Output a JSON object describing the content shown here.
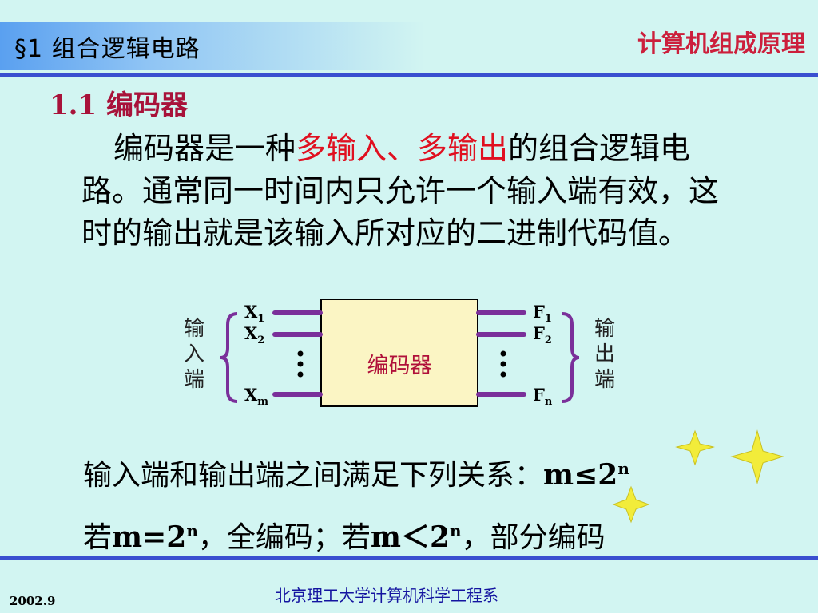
{
  "header": {
    "section_title": "§1 组合逻辑电路",
    "course_title": "计算机组成原理"
  },
  "subtitle": "1.1 编码器",
  "paragraph": {
    "part1": "编码器是一种",
    "highlight": "多输入、多输出",
    "part2": "的组合逻辑电路。通常同一时间内只允许一个输入端有效，这时的输出就是该输入所对应的二进制代码值。"
  },
  "diagram": {
    "box_label": "编码器",
    "input_label": "输入端",
    "output_label": "输出端",
    "inputs": [
      {
        "base": "X",
        "sub": "1"
      },
      {
        "base": "X",
        "sub": "2"
      },
      {
        "base": "X",
        "sub": "m"
      }
    ],
    "outputs": [
      {
        "base": "F",
        "sub": "1"
      },
      {
        "base": "F",
        "sub": "2"
      },
      {
        "base": "F",
        "sub": "n"
      }
    ],
    "colors": {
      "lines": "#7a2f9a",
      "box_fill": "#fbf5c4",
      "box_text": "#b0103a"
    }
  },
  "relation": {
    "text": "输入端和输出端之间满足下列关系：",
    "math": "m≤2",
    "sup": "n"
  },
  "cases": {
    "p1": "若",
    "m1": "m=2",
    "s1": "n",
    "p2": "，全编码；若",
    "m2": "m＜2",
    "s2": "n",
    "p3": "，部分编码"
  },
  "footer": {
    "date": "2002.9",
    "department": "北京理工大学计算机科学工程系"
  }
}
